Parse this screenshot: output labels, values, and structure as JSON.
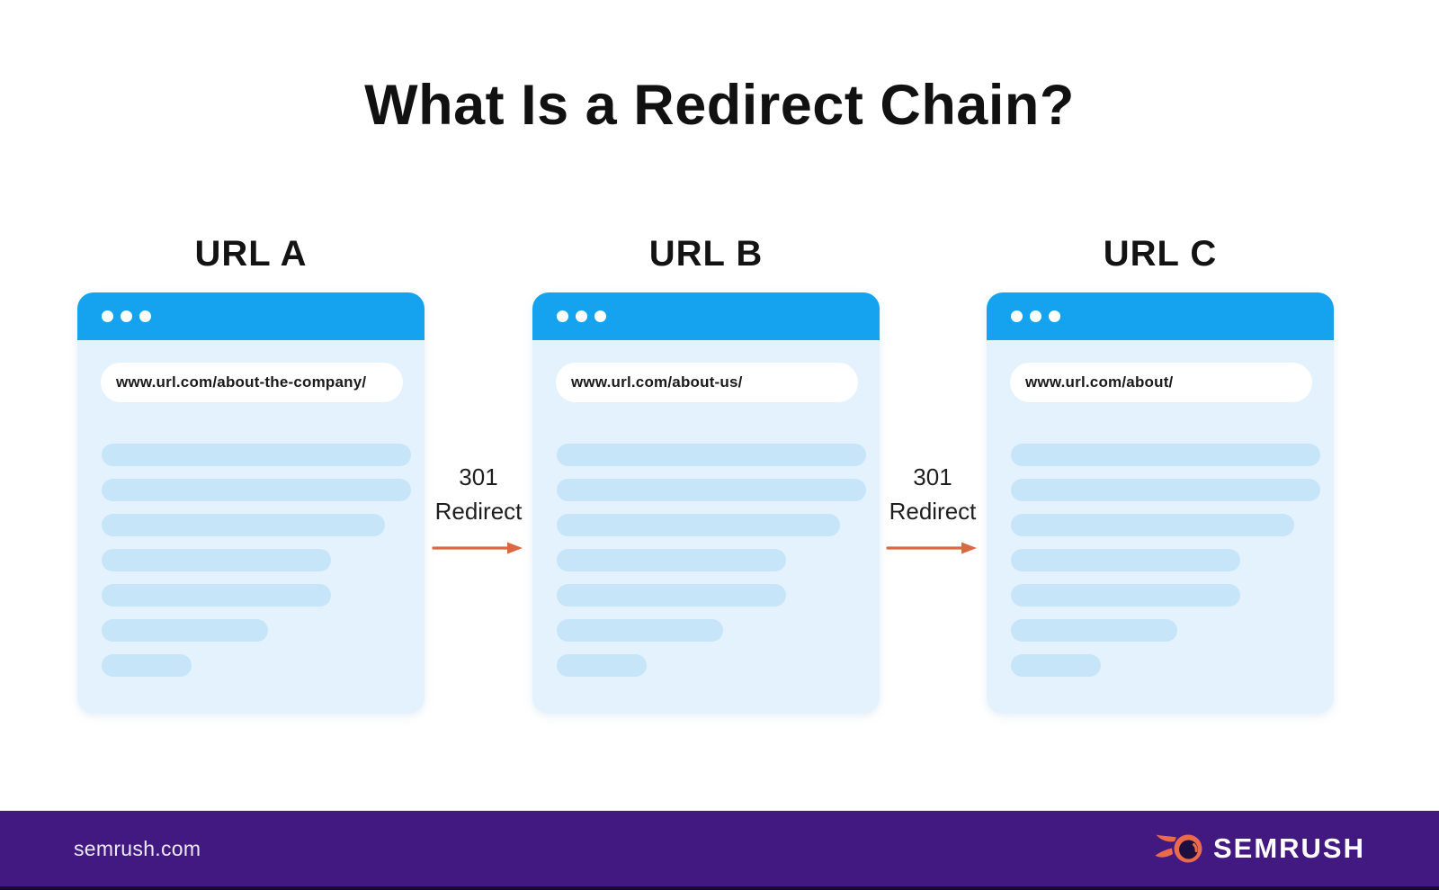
{
  "title": "What Is a Redirect Chain?",
  "windows": [
    {
      "label": "URL A",
      "url": "www.url.com/about-the-company/",
      "lines": [
        344,
        344,
        315,
        255,
        255,
        185,
        100
      ]
    },
    {
      "label": "URL B",
      "url": "www.url.com/about-us/",
      "lines": [
        344,
        344,
        315,
        255,
        255,
        185,
        100
      ]
    },
    {
      "label": "URL C",
      "url": "www.url.com/about/",
      "lines": [
        344,
        344,
        315,
        255,
        255,
        185,
        100
      ]
    }
  ],
  "redirects": [
    {
      "code": "301",
      "label": "Redirect"
    },
    {
      "code": "301",
      "label": "Redirect"
    }
  ],
  "footer": {
    "website": "semrush.com",
    "brand": "SEMRUSH"
  },
  "icons": {
    "window_controls": "window-control-dots",
    "redirect_arrow": "right-arrow-icon",
    "brand_logo": "semrush-flame-icon"
  },
  "colors": {
    "browser_bar": "#15A3F0",
    "browser_body": "#E3F2FC",
    "content_line": "#C7E5F8",
    "arrow": "#DC6743",
    "footer_bg": "#411980",
    "title_text": "#111111",
    "url_text": "#1A1A1A"
  }
}
